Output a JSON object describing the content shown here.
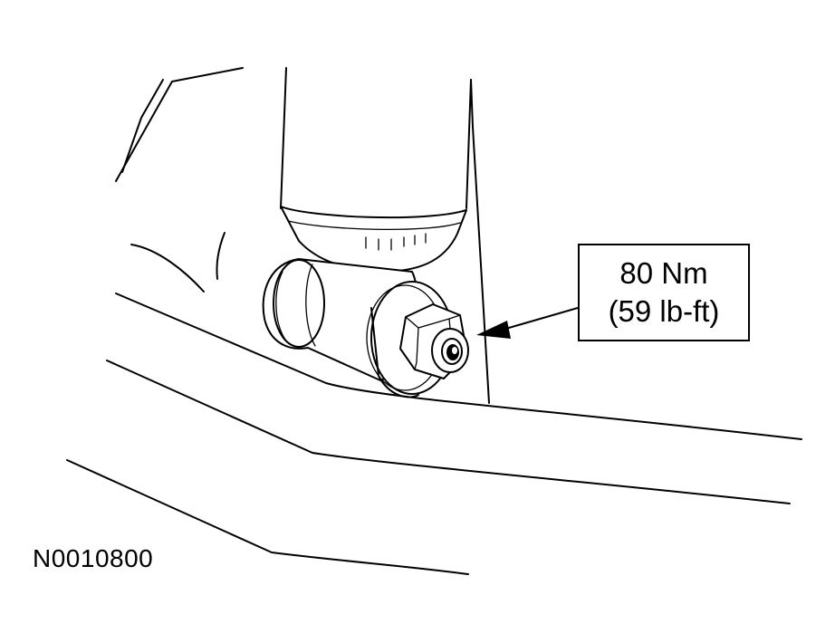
{
  "callout": {
    "torque_metric": "80 Nm",
    "torque_imperial": "(59 lb-ft)"
  },
  "figure_id": "N0010800"
}
